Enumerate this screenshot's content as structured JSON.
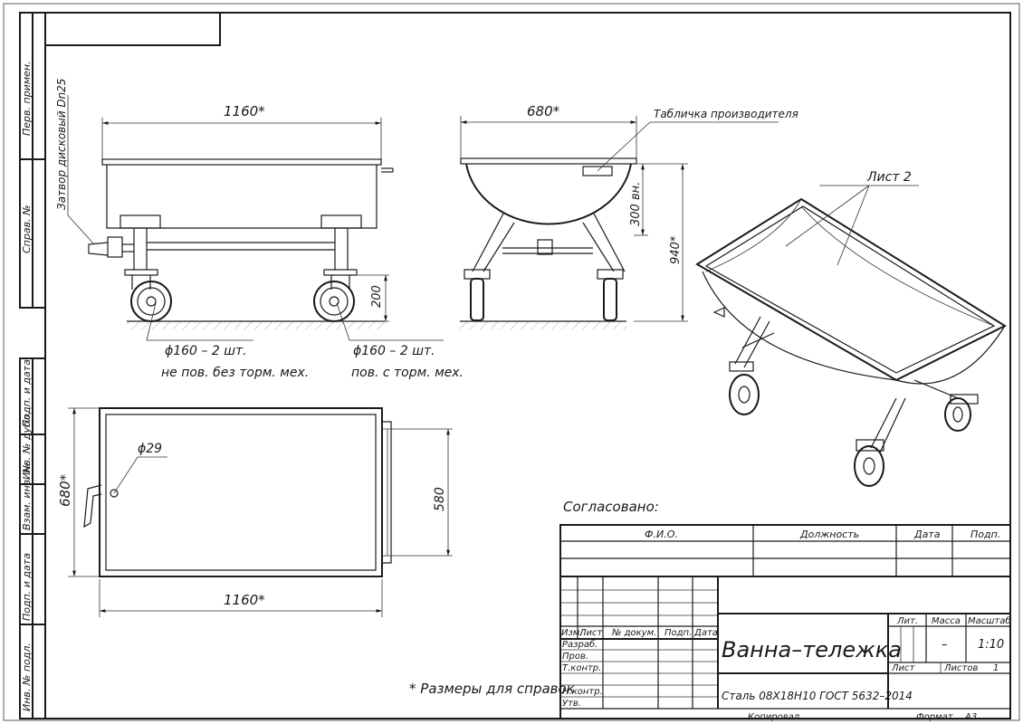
{
  "frame": {
    "side_labels": [
      "Перв. примен.",
      "Справ. №",
      "Подп. и дата",
      "Инв. № дубл.",
      "Взам. инв. №",
      "Подп. и дата",
      "Инв. № подл."
    ]
  },
  "side_view": {
    "dim_length": "1160*",
    "dim_height": "200",
    "valve_label": "Затвор дисковый Dn25",
    "wheel_left": "ϕ160 – 2 шт.",
    "wheel_left_note": "не пов. без торм. мех.",
    "wheel_right": "ϕ160 – 2 шт.",
    "wheel_right_note": "пов. с торм. мех."
  },
  "front_view": {
    "dim_width": "680*",
    "plate_label": "Табличка производителя",
    "dim_depth": "300 вн.",
    "dim_total_height": "940*"
  },
  "iso_view": {
    "sheet_label": "Лист 2"
  },
  "top_view": {
    "dim_hole": "ϕ29",
    "dim_width": "680*",
    "dim_inner": "580",
    "dim_length": "1160*"
  },
  "notes": {
    "approved": "Согласовано:",
    "reference_dims": "* Размеры для справок"
  },
  "approval_table": {
    "headers": [
      "Ф.И.О.",
      "Должность",
      "Дата",
      "Подп."
    ]
  },
  "title_block": {
    "col_headers": [
      "Изм.",
      "Лист",
      "№ докум.",
      "Подп.",
      "Дата"
    ],
    "roles": [
      "Разраб.",
      "Пров.",
      "Т.контр.",
      "Н.контр.",
      "Утв."
    ],
    "title": "Ванна–тележка",
    "material": "Сталь 08Х18Н10 ГОСТ 5632–2014",
    "lit_label": "Лит.",
    "mass_label": "Масса",
    "scale_label": "Масштаб",
    "mass_value": "–",
    "scale_value": "1:10",
    "sheet_label": "Лист",
    "sheets_label": "Листов",
    "sheets_value": "1",
    "copied_label": "Копировал",
    "format_label": "Формат",
    "format_value": "А3"
  }
}
